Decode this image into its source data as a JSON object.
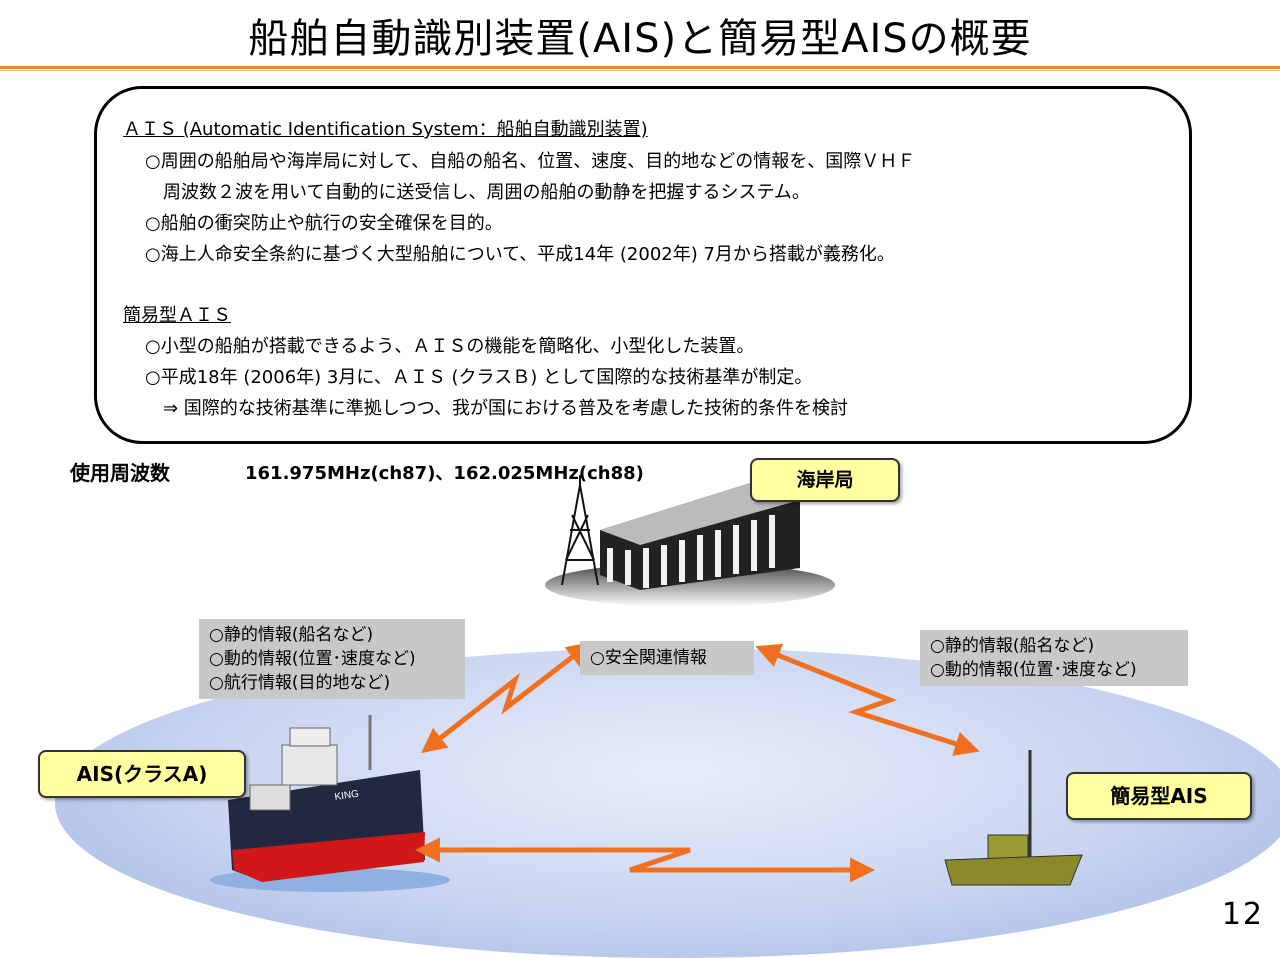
{
  "title": "船舶自動識別装置(AIS)と簡易型AISの概要",
  "infobox": {
    "ais_heading": "ＡＩＳ (Automatic Identification System：船舶自動識別装置)",
    "ais_lines": [
      "○周囲の船舶局や海岸局に対して、自船の船名、位置、速度、目的地などの情報を、国際ＶＨＦ",
      "　周波数２波を用いて自動的に送受信し、周囲の船舶の動静を把握するシステム。",
      "○船舶の衝突防止や航行の安全確保を目的。",
      "○海上人命安全条約に基づく大型船舶について、平成14年 (2002年) 7月から搭載が義務化。"
    ],
    "simple_heading": "簡易型ＡＩＳ",
    "simple_lines": [
      "○小型の船舶が搭載できるよう、ＡＩＳの機能を簡略化、小型化した装置。",
      "○平成18年 (2006年) 3月に、ＡＩＳ (クラスＢ) として国際的な技術基準が制定。",
      "　⇒ 国際的な技術基準に準拠しつつ、我が国における普及を考慮した技術的条件を検討"
    ]
  },
  "frequency": {
    "label": "使用周波数",
    "value": "161.975MHz(ch87)、162.025MHz(ch88)"
  },
  "labels": {
    "coast_station": "海岸局",
    "class_a": "AIS(クラスA)",
    "simple_ais": "簡易型AIS",
    "ship_name": "KING"
  },
  "info_boxes": {
    "class_a_info": [
      "○静的情報(船名など)",
      "○動的情報(位置･速度など)",
      "○航行情報(目的地など)"
    ],
    "safety_info": "○安全関連情報",
    "simple_info": [
      "○静的情報(船名など)",
      "○動的情報(位置･速度など)"
    ]
  },
  "page_number": "12",
  "colors": {
    "arrow": "#f07020",
    "label_fill": "#ffffa0",
    "info_fill": "#c8c8c8",
    "sea": "#c8d4f1"
  }
}
